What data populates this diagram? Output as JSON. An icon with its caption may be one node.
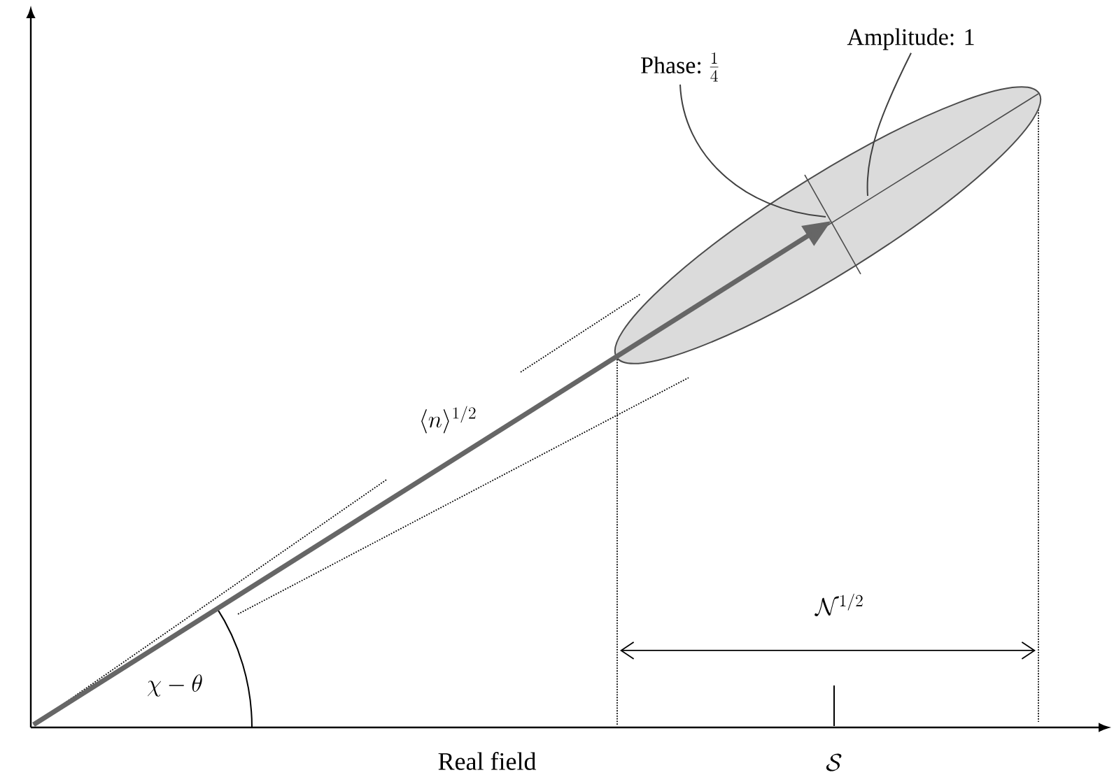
{
  "diagram": {
    "nodes": [
      {
        "text": [
          "Phase:",
          "\\frac{1}{4}"
        ]
      },
      {
        "text": [
          "Amplitude: 1"
        ]
      },
      {
        "text": [],
        "shape": "ellipse"
      }
    ],
    "edges": [
      {
        "from": 0,
        "to": 2,
        "arrow": "none"
      },
      {
        "from": 1,
        "to": 2,
        "arrow": "none"
      },
      {
        "from": null,
        "to": 2,
        "arrow": "to",
        "style": "thick",
        "color": "#666666"
      }
    ],
    "labels": [
      "\\langle n\\rangle^{1/2}",
      "\\chi-\\theta",
      "\\mathcal{N}^{1/2}",
      "Real field",
      "\\mathcal{S}"
    ]
  }
}
